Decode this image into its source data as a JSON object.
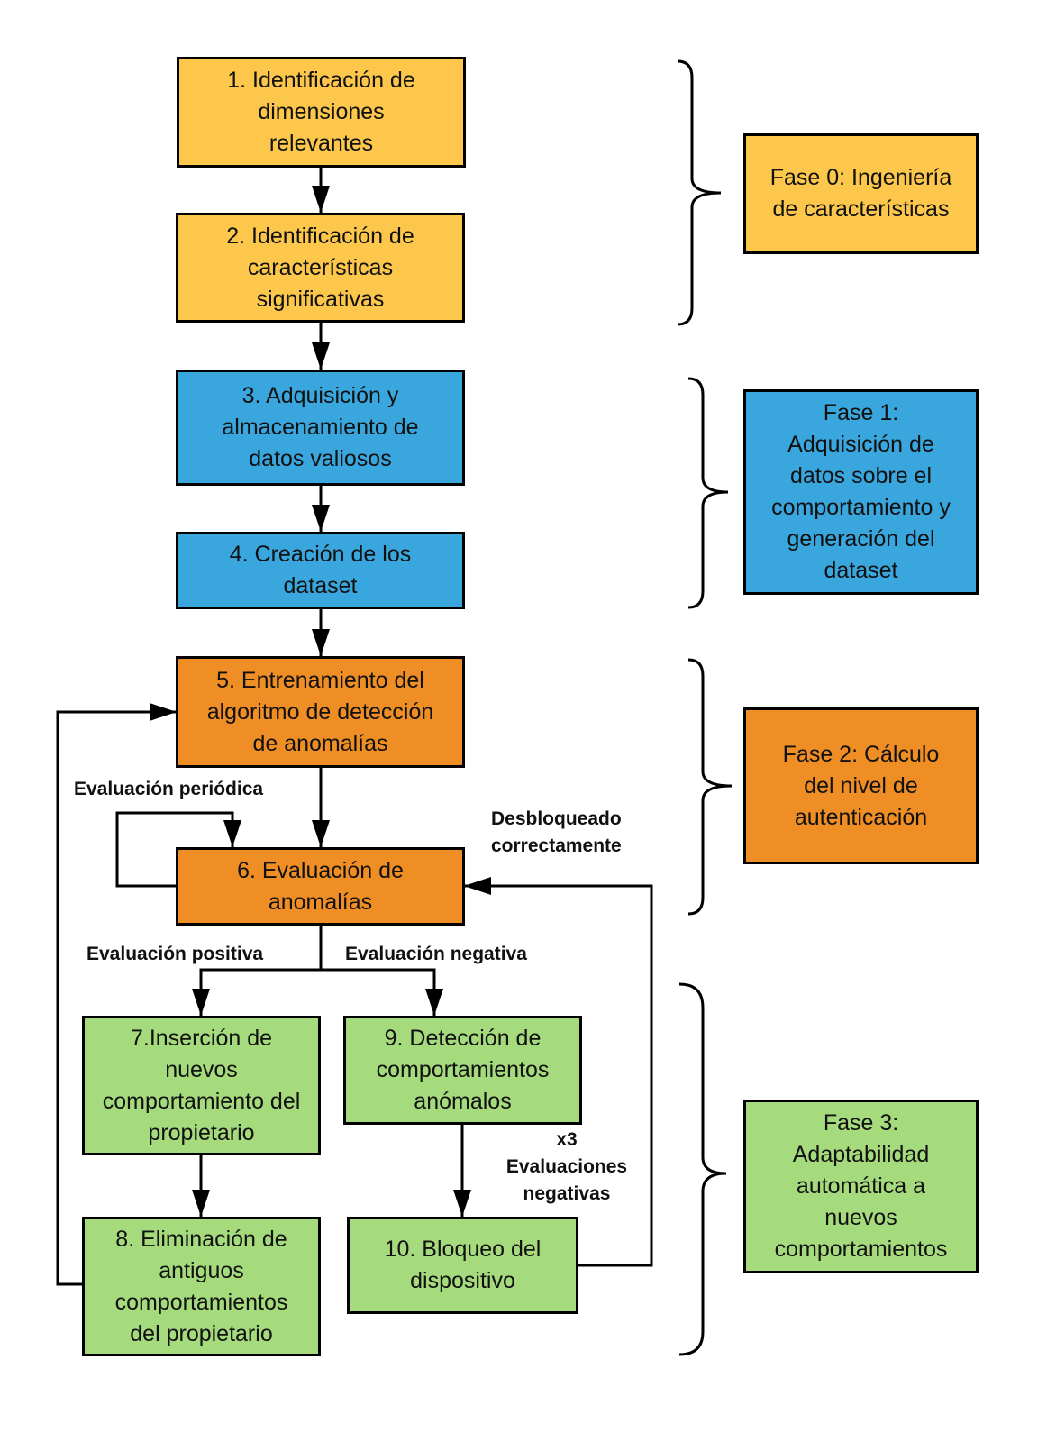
{
  "colors": {
    "yellow": "#FCC74A",
    "blue": "#3AA6DE",
    "orange": "#EF8E24",
    "green": "#A5DB7C",
    "stroke": "#000000"
  },
  "steps": [
    {
      "id": "s1",
      "lines": [
        "1. Identificación de",
        "dimensiones",
        "relevantes"
      ],
      "color": "yellow"
    },
    {
      "id": "s2",
      "lines": [
        "2. Identificación de",
        "características",
        "significativas"
      ],
      "color": "yellow"
    },
    {
      "id": "s3",
      "lines": [
        "3. Adquisición y",
        "almacenamiento de",
        "datos valiosos"
      ],
      "color": "blue"
    },
    {
      "id": "s4",
      "lines": [
        "4. Creación de los",
        "dataset"
      ],
      "color": "blue"
    },
    {
      "id": "s5",
      "lines": [
        "5. Entrenamiento del",
        "algoritmo de detección",
        "de anomalías"
      ],
      "color": "orange"
    },
    {
      "id": "s6",
      "lines": [
        "6. Evaluación de",
        "anomalías"
      ],
      "color": "orange"
    },
    {
      "id": "s7",
      "lines": [
        "7.Inserción de",
        "nuevos",
        "comportamiento del",
        "propietario"
      ],
      "color": "green"
    },
    {
      "id": "s8",
      "lines": [
        "8. Eliminación de",
        "antiguos",
        "comportamientos",
        "del propietario"
      ],
      "color": "green"
    },
    {
      "id": "s9",
      "lines": [
        "9. Detección de",
        "comportamientos",
        "anómalos"
      ],
      "color": "green"
    },
    {
      "id": "s10",
      "lines": [
        "10. Bloqueo del",
        "dispositivo"
      ],
      "color": "green"
    }
  ],
  "phases": [
    {
      "id": "p0",
      "lines": [
        "Fase 0: Ingeniería",
        "de características"
      ],
      "color": "yellow"
    },
    {
      "id": "p1",
      "lines": [
        "Fase 1:",
        "Adquisición de",
        "datos sobre el",
        "comportamiento y",
        "generación del",
        "dataset"
      ],
      "color": "blue"
    },
    {
      "id": "p2",
      "lines": [
        "Fase 2: Cálculo",
        "del nivel de",
        "autenticación"
      ],
      "color": "orange"
    },
    {
      "id": "p3",
      "lines": [
        "Fase 3:",
        "Adaptabilidad",
        "automática a",
        "nuevos",
        "comportamientos"
      ],
      "color": "green"
    }
  ],
  "edge_labels": {
    "periodic": [
      "Evaluación periódica"
    ],
    "unlocked": [
      "Desbloqueado",
      "correctamente"
    ],
    "positive": [
      "Evaluación positiva"
    ],
    "negative": [
      "Evaluación negativa"
    ],
    "three_negative": [
      "x3",
      "Evaluaciones",
      "negativas"
    ]
  }
}
